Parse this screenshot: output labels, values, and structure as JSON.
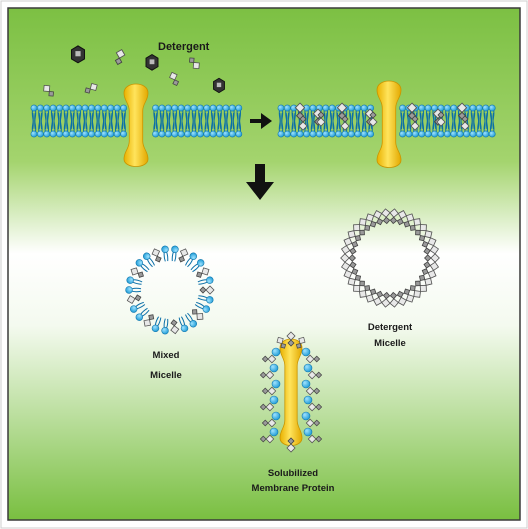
{
  "labels": {
    "detergent": "Detergent",
    "mixed_micelle": [
      "Mixed",
      "Micelle"
    ],
    "detergent_micelle": [
      "Detergent",
      "Micelle"
    ],
    "solubilized_protein": [
      "Solubilized",
      "Membrane Protein"
    ]
  },
  "colors": {
    "background_top": "#7cc043",
    "background_mid": "#ffffff",
    "background_bottom": "#7cc043",
    "lipid_head": "#29abe2",
    "lipid_tail": "#0b6fa8",
    "protein": "#f5c518",
    "detergent": "#8c8c8c",
    "arrow": "#111111"
  }
}
